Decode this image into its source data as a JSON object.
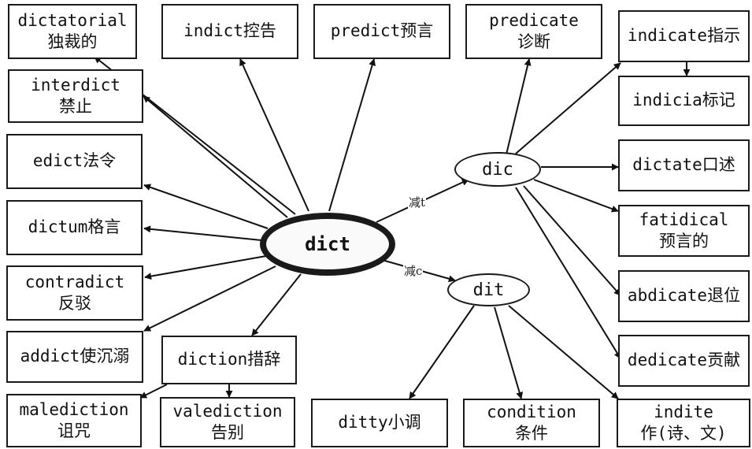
{
  "root": {
    "label": "dict"
  },
  "branches": {
    "dic": {
      "label": "dic",
      "edge_label": "减t"
    },
    "dit": {
      "label": "dit",
      "edge_label": "减c"
    }
  },
  "words": {
    "dictatorial": [
      "dictatorial",
      "独裁的"
    ],
    "indict": [
      "indict控告"
    ],
    "predict": [
      "predict预言"
    ],
    "interdict": [
      "interdict",
      "禁止"
    ],
    "edict": [
      "edict法令"
    ],
    "dictum": [
      "dictum格言"
    ],
    "contradict": [
      "contradict",
      "反驳"
    ],
    "addict": [
      "addict使沉溺"
    ],
    "diction": [
      "diction措辞"
    ],
    "malediction": [
      "malediction",
      "诅咒"
    ],
    "valediction": [
      "valediction",
      "告别"
    ],
    "predicate": [
      "predicate",
      "诊断"
    ],
    "indicate": [
      "indicate指示"
    ],
    "indicia": [
      "indicia标记"
    ],
    "dictate": [
      "dictate口述"
    ],
    "fatidical": [
      "fatidical",
      "预言的"
    ],
    "abdicate": [
      "abdicate退位"
    ],
    "dedicate": [
      "dedicate贡献"
    ],
    "ditty": [
      "ditty小调"
    ],
    "condition": [
      "condition",
      "条件"
    ],
    "indite": [
      "indite",
      "作(诗、文)"
    ]
  },
  "style": {
    "line_color": "#111111",
    "box_border": "#1a1a1a"
  }
}
